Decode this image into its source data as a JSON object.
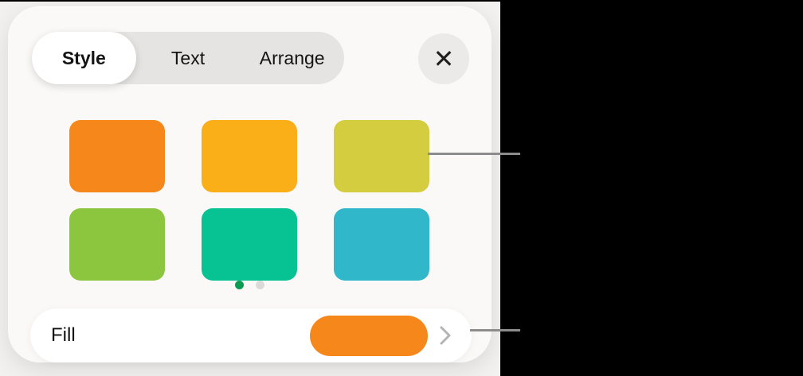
{
  "panel": {
    "tabs": [
      {
        "label": "Style",
        "selected": true
      },
      {
        "label": "Text",
        "selected": false
      },
      {
        "label": "Arrange",
        "selected": false
      }
    ],
    "close_icon": "✕"
  },
  "swatches": [
    {
      "name": "orange",
      "hex": "#F6871B"
    },
    {
      "name": "amber",
      "hex": "#FAAE17"
    },
    {
      "name": "yellow-green",
      "hex": "#D5CD40"
    },
    {
      "name": "green",
      "hex": "#8CC63F"
    },
    {
      "name": "teal",
      "hex": "#07C293"
    },
    {
      "name": "cyan",
      "hex": "#30B7C9"
    }
  ],
  "pager": {
    "dot_count": 2,
    "active_index": 0,
    "active_color": "#0A9C53",
    "inactive_color": "#DBDAD8"
  },
  "fill_row": {
    "label": "Fill",
    "swatch_color": "#F6871B",
    "chevron_icon": "chevron-right"
  },
  "callouts": {
    "color": "#8C8C8C"
  }
}
